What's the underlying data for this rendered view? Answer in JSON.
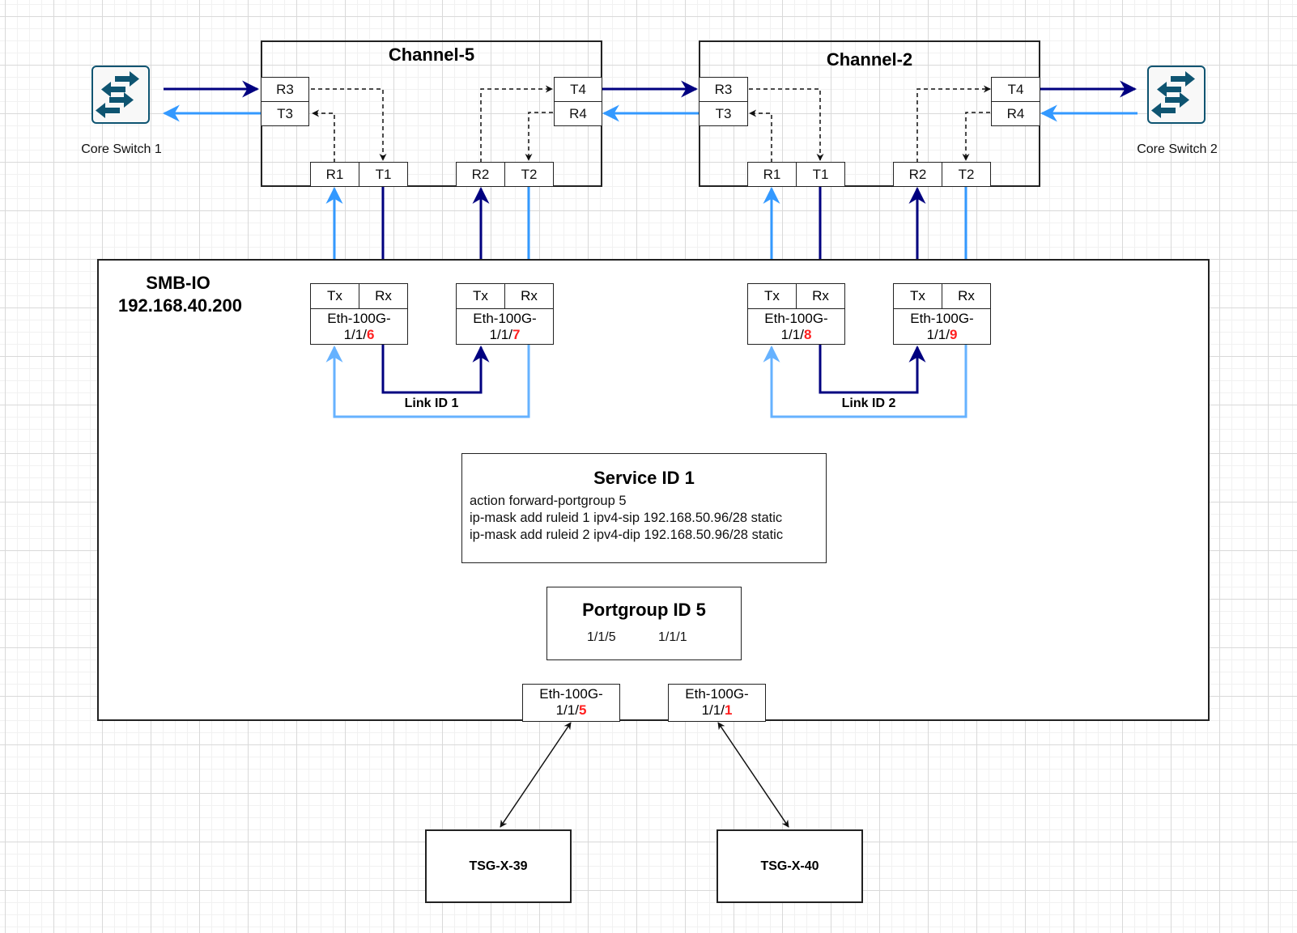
{
  "colors": {
    "dark_link": "#000080",
    "light_link": "#3399ff",
    "light_link_return": "#66b2ff",
    "port_highlight": "#ff2020",
    "switch_icon": "#0e5471"
  },
  "core_switches": [
    {
      "label": "Core Switch 1",
      "icon": "network-switch-icon"
    },
    {
      "label": "Core Switch 2",
      "icon": "network-switch-icon"
    }
  ],
  "channels": [
    {
      "title": "Channel-5",
      "ports": {
        "r3": "R3",
        "t3": "T3",
        "t4": "T4",
        "r4": "R4",
        "r1": "R1",
        "t1": "T1",
        "r2": "R2",
        "t2": "T2"
      }
    },
    {
      "title": "Channel-2",
      "ports": {
        "r3": "R3",
        "t3": "T3",
        "t4": "T4",
        "r4": "R4",
        "r1": "R1",
        "t1": "T1",
        "r2": "R2",
        "t2": "T2"
      }
    }
  ],
  "smb_io": {
    "name": "SMB-IO",
    "ip": "192.168.40.200",
    "interfaces": [
      {
        "tx": "Tx",
        "rx": "Rx",
        "name": "Eth-100G-",
        "prefix": "1/1/",
        "port": "6"
      },
      {
        "tx": "Tx",
        "rx": "Rx",
        "name": "Eth-100G-",
        "prefix": "1/1/",
        "port": "7"
      },
      {
        "tx": "Tx",
        "rx": "Rx",
        "name": "Eth-100G-",
        "prefix": "1/1/",
        "port": "8"
      },
      {
        "tx": "Tx",
        "rx": "Rx",
        "name": "Eth-100G-",
        "prefix": "1/1/",
        "port": "9"
      }
    ],
    "links": [
      {
        "label": "Link ID 1"
      },
      {
        "label": "Link ID 2"
      }
    ],
    "service": {
      "title": "Service ID 1",
      "lines": [
        "action forward-portgroup 5",
        "ip-mask add ruleid 1 ipv4-sip 192.168.50.96/28 static",
        "ip-mask add ruleid 2 ipv4-dip 192.168.50.96/28 static"
      ]
    },
    "portgroup": {
      "title": "Portgroup ID 5",
      "members": [
        "1/1/5",
        "1/1/1"
      ]
    },
    "egress_ports": [
      {
        "name": "Eth-100G-",
        "prefix": "1/1/",
        "port": "5"
      },
      {
        "name": "Eth-100G-",
        "prefix": "1/1/",
        "port": "1"
      }
    ]
  },
  "tsg_nodes": [
    {
      "label": "TSG-X-39"
    },
    {
      "label": "TSG-X-40"
    }
  ]
}
